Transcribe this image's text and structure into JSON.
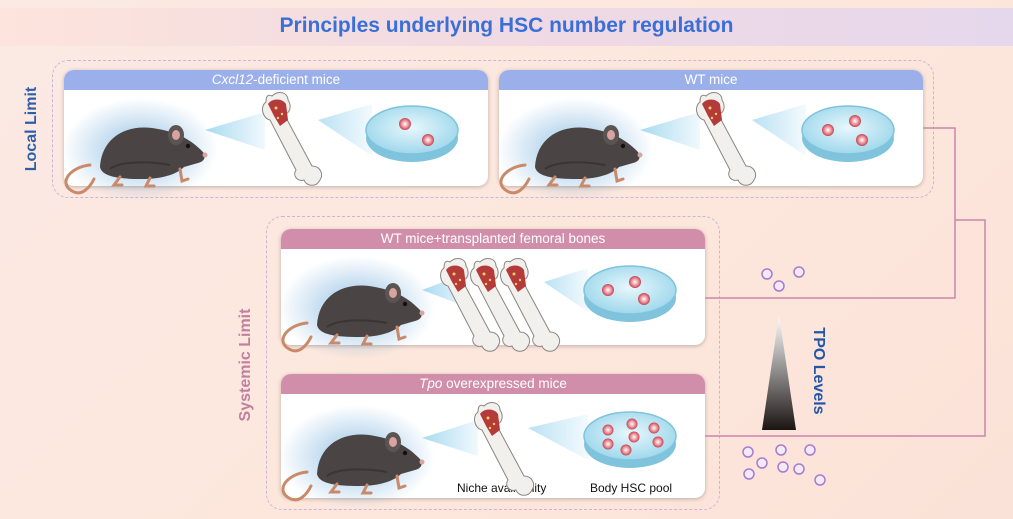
{
  "title": "Principles underlying HSC number regulation",
  "labels": {
    "local_limit": "Local Limit",
    "systemic_limit": "Systemic Limit",
    "tpo_levels": "TPO Levels"
  },
  "panels": {
    "cxcl12": {
      "title_italic": "Cxcl12",
      "title_rest": "-deficient mice"
    },
    "wt": {
      "title": "WT mice"
    },
    "transplant": {
      "title": "WT mice+transplanted femoral bones"
    },
    "tpo": {
      "title_italic": "Tpo",
      "title_rest": " overexpressed mice"
    }
  },
  "captions": {
    "niche": "Niche availability",
    "pool": "Body HSC pool"
  },
  "colors": {
    "title_blue": "#3a6fd8",
    "local_label": "#2e5eaa",
    "systemic_label": "#c27fa0",
    "tpo_label": "#2256a8",
    "panel_head_blue": "#9bb0ea",
    "panel_head_pink": "#d18eaa",
    "connector": "#c987aa",
    "tpo_dot": "#a77bd0"
  }
}
